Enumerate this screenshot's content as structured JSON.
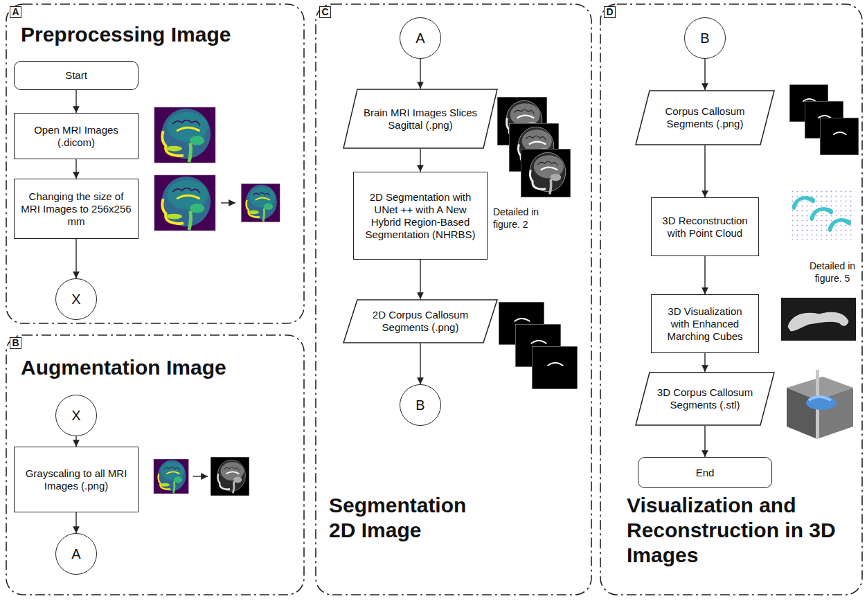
{
  "diagram": {
    "nodes": [
      {
        "text": [
          "A",
          "Preprocessing Image"
        ]
      },
      {
        "text": [
          "Start"
        ],
        "in": 0
      },
      {
        "text": [
          "Open MRI Images (.dicom)"
        ],
        "in": 0
      },
      {
        "text": [
          "Changing the size of MRI Images to 256x256 mm"
        ],
        "in": 0
      },
      {
        "text": [
          "X"
        ],
        "in": 0
      },
      {
        "text": [
          "B",
          "Augmentation Image"
        ]
      },
      {
        "text": [
          "X"
        ],
        "in": 5
      },
      {
        "text": [
          "Grayscaling to all MRI Images (.png)"
        ],
        "in": 5
      },
      {
        "text": [
          "A"
        ],
        "in": 5
      },
      {
        "text": [
          "C",
          "Segmentation 2D Image"
        ]
      },
      {
        "text": [
          "A"
        ],
        "in": 9
      },
      {
        "text": [
          "Brain MRI Images Slices Sagittal (.png)"
        ],
        "in": 9
      },
      {
        "text": [
          "2D Segmentation with UNet ++ with A New Hybrid Region-Based Segmentation (NHRBS)"
        ],
        "in": 9
      },
      {
        "text": [
          "2D Corpus Callosum Segments (.png)"
        ],
        "in": 9
      },
      {
        "text": [
          "B"
        ],
        "in": 9
      },
      {
        "text": [
          "D",
          "Visualization and Reconstruction in 3D Images"
        ]
      },
      {
        "text": [
          "B"
        ],
        "in": 15
      },
      {
        "text": [
          "Corpus Callosum Segments (.png)"
        ],
        "in": 15
      },
      {
        "text": [
          "3D Reconstruction with Point Cloud"
        ],
        "in": 15
      },
      {
        "text": [
          "3D Visualization with Enhanced Marching Cubes"
        ],
        "in": 15
      },
      {
        "text": [
          "3D Corpus Callosum Segments (.stl)"
        ],
        "in": 15
      },
      {
        "text": [
          "End"
        ],
        "in": 15
      }
    ],
    "edges": [
      {
        "from": 1,
        "to": 2,
        "arrow": "to"
      },
      {
        "from": 2,
        "to": 3,
        "arrow": "to"
      },
      {
        "from": 3,
        "to": 4,
        "arrow": "to"
      },
      {
        "from": 6,
        "to": 7,
        "arrow": "to"
      },
      {
        "from": 7,
        "to": 8,
        "arrow": "to"
      },
      {
        "from": 10,
        "to": 11,
        "arrow": "to"
      },
      {
        "from": 11,
        "to": 12,
        "arrow": "to"
      },
      {
        "from": 12,
        "to": 13,
        "arrow": "to"
      },
      {
        "from": 13,
        "to": 14,
        "arrow": "to"
      },
      {
        "from": 16,
        "to": 17,
        "arrow": "to"
      },
      {
        "from": 17,
        "to": 18,
        "arrow": "to"
      },
      {
        "from": 18,
        "to": 19,
        "arrow": "to"
      },
      {
        "from": 19,
        "to": 20,
        "arrow": "to"
      },
      {
        "from": 20,
        "to": 21,
        "arrow": "to"
      }
    ],
    "labels": [
      "Detailed in figure. 2",
      "Detailed in figure. 5"
    ]
  }
}
